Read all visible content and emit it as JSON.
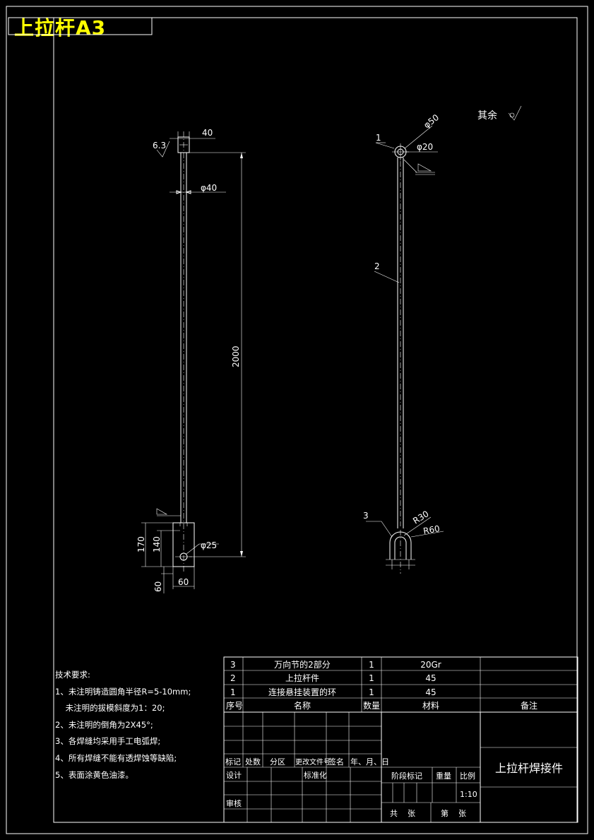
{
  "sheet_title": "上拉杆A3",
  "roughness_note": "其余",
  "left_view": {
    "roughness_top": "6.3",
    "dim_top_width": "40",
    "dim_rod_dia": "φ40",
    "dim_length": "2000",
    "dim_170": "170",
    "dim_140": "140",
    "dim_hole": "φ25",
    "dim_60_v": "60",
    "dim_60_h": "60"
  },
  "right_view": {
    "dim_outer": "φ50",
    "dim_inner": "φ20",
    "dim_r30": "R30",
    "dim_r60": "R60",
    "balloon_1": "1",
    "balloon_2": "2",
    "balloon_3": "3"
  },
  "tech_notes": {
    "heading": "技术要求:",
    "items": [
      "1、未注明铸造圆角半径R=5-10mm;",
      "    未注明的拔模斜度为1：20;",
      "2、未注明的倒角为2X45°;",
      "3、各焊缝均采用手工电弧焊;",
      "4、所有焊缝不能有透焊蚀等缺陷;",
      "5、表面涂黄色油漆。"
    ]
  },
  "bom": {
    "rows": [
      {
        "no": "3",
        "name": "万向节的2部分",
        "qty": "1",
        "material": "20Gr",
        "remark": ""
      },
      {
        "no": "2",
        "name": "上拉杆件",
        "qty": "1",
        "material": "45",
        "remark": ""
      },
      {
        "no": "1",
        "name": "连接悬挂装置的环",
        "qty": "1",
        "material": "45",
        "remark": ""
      }
    ],
    "header": {
      "no": "序号",
      "name": "名称",
      "qty": "数量",
      "material": "材料",
      "remark": "备注"
    }
  },
  "title_block": {
    "drawing_name": "上拉杆焊接件",
    "rev_mark": "标记",
    "rev_count": "处数",
    "rev_zone": "分区",
    "rev_doc": "更改文件号",
    "rev_sign": "签名",
    "rev_date": "年、月、日",
    "design": "设计",
    "standard": "标准化",
    "review": "审核",
    "stage_mark": "阶段标记",
    "weight": "重量",
    "scale_label": "比例",
    "scale_value": "1:10",
    "total_sheets": "共    张",
    "sheet_no": "第    张"
  }
}
